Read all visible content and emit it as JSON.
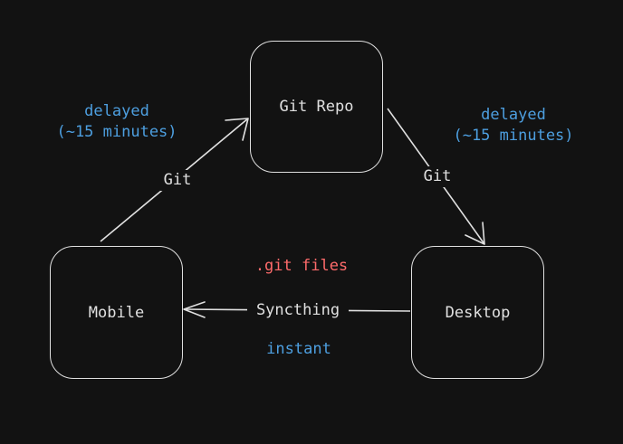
{
  "nodes": {
    "git_repo": "Git Repo",
    "mobile": "Mobile",
    "desktop": "Desktop"
  },
  "edges": {
    "mobile_to_repo": {
      "label": "Git",
      "note_line1": "delayed",
      "note_line2": "(~15 minutes)"
    },
    "repo_to_desktop": {
      "label": "Git",
      "note_line1": "delayed",
      "note_line2": "(~15 minutes)"
    },
    "desktop_to_mobile": {
      "label": "Syncthing",
      "note_top": ".git files",
      "note_bottom": "instant"
    }
  },
  "colors": {
    "background": "#121212",
    "stroke": "#e0e0e0",
    "note_blue": "#4d9fe0",
    "note_red": "#ff6b6b"
  }
}
